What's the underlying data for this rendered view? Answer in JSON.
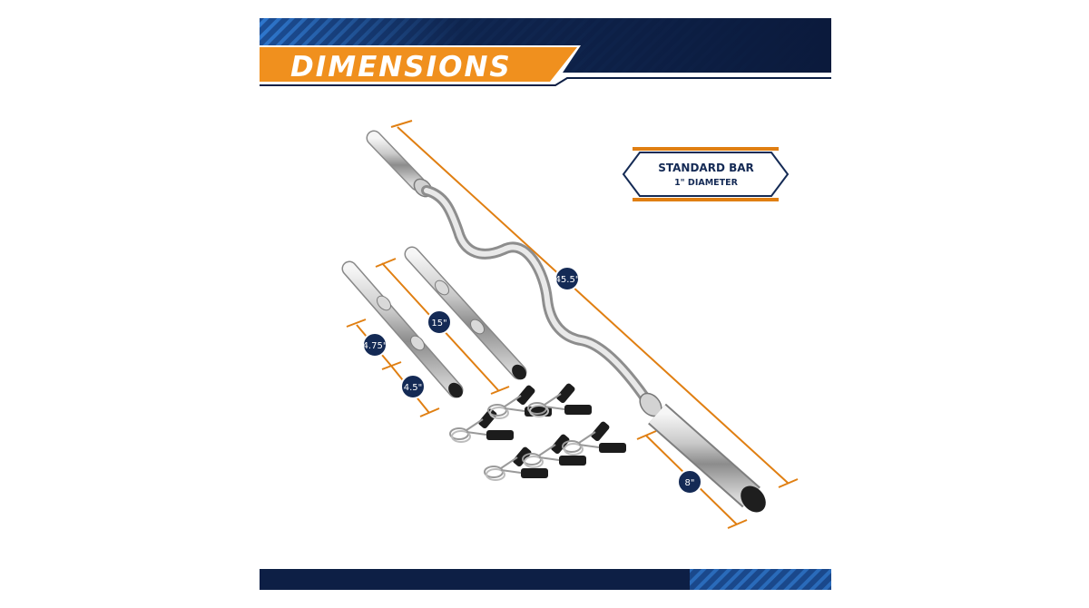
{
  "header": {
    "title": "DIMENSIONS"
  },
  "badge": {
    "line1": "STANDARD BAR",
    "line2": "1\" DIAMETER"
  },
  "measurements": {
    "bar_length": "45.5\"",
    "handle_length": "15\"",
    "dumbbell_grip": "4.75\"",
    "dumbbell_sleeve": "4.5\"",
    "bar_sleeve": "8\""
  },
  "colors": {
    "navy": "#0d1f45",
    "blue_accent": "#2d6fc0",
    "orange": "#f0901e",
    "dimension_line": "#e07f12",
    "label_circle": "#142a55"
  }
}
